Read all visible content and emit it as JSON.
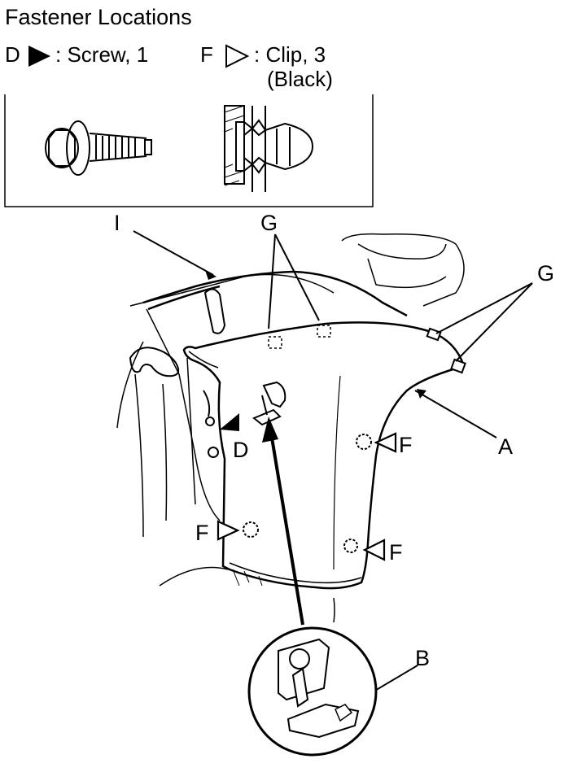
{
  "title": "Fastener Locations",
  "legend": {
    "screw": {
      "letter": "D",
      "text": ": Screw, 1",
      "symbol": "filled-triangle-icon"
    },
    "clip": {
      "letter": "F",
      "text": ": Clip, 3",
      "subtext": "(Black)",
      "symbol": "outline-triangle-icon"
    }
  },
  "callouts": {
    "I": "I",
    "G_top": "G",
    "G_right": "G",
    "A": "A",
    "D": "D",
    "F_upper_right": "F",
    "F_left": "F",
    "F_lower_right": "F",
    "B": "B"
  },
  "colors": {
    "ink": "#000000",
    "paper": "#ffffff"
  }
}
